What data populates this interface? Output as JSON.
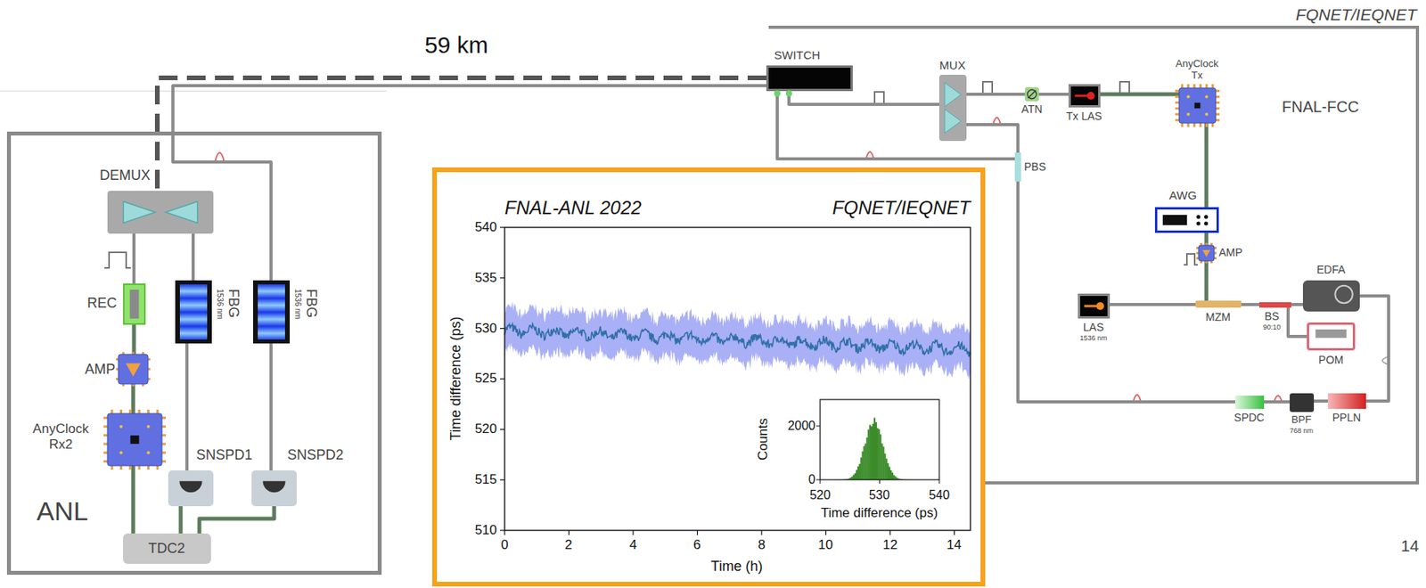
{
  "diagram": {
    "nodes": [
      {
        "text": [
          "ANL"
        ]
      },
      {
        "text": [
          "DEMUX"
        ],
        "in": 0
      },
      {
        "text": [
          "REC"
        ],
        "in": 0
      },
      {
        "text": [
          "FBG",
          "1536 nm"
        ],
        "in": 0
      },
      {
        "text": [
          "FBG",
          "1536 nm"
        ],
        "in": 0
      },
      {
        "text": [
          "AMP"
        ],
        "in": 0
      },
      {
        "text": [
          "AnyClock Rx2"
        ],
        "in": 0
      },
      {
        "text": [
          "SNSPD1"
        ],
        "in": 0
      },
      {
        "text": [
          "SNSPD2"
        ],
        "in": 0
      },
      {
        "text": [
          "TDC2"
        ],
        "in": 0
      },
      {
        "text": [
          "FQNET/IEQNET"
        ]
      },
      {
        "text": [
          "SWITCH"
        ],
        "in": 10
      },
      {
        "text": [
          "MUX"
        ],
        "in": 10
      },
      {
        "text": [
          "ATN"
        ],
        "in": 10
      },
      {
        "text": [
          "Tx LAS"
        ],
        "in": 10
      },
      {
        "text": [
          "AnyClock Tx"
        ],
        "in": 10
      },
      {
        "text": [
          "PBS"
        ],
        "in": 10
      },
      {
        "text": [
          "AWG"
        ],
        "in": 10
      },
      {
        "text": [
          "AMP"
        ],
        "in": 10
      },
      {
        "text": [
          "LAS",
          "1536 nm"
        ],
        "in": 10
      },
      {
        "text": [
          "MZM"
        ],
        "in": 10
      },
      {
        "text": [
          "BS",
          "90:10"
        ],
        "in": 10
      },
      {
        "text": [
          "EDFA"
        ],
        "in": 10
      },
      {
        "text": [
          "POM"
        ],
        "in": 10
      },
      {
        "text": [
          "PPLN"
        ],
        "in": 10
      },
      {
        "text": [
          "BPF",
          "768 nm"
        ],
        "in": 10
      },
      {
        "text": [
          "SPDC"
        ],
        "in": 10
      },
      {
        "text": [
          "FNAL-ANL 2022",
          "FQNET/IEQNET"
        ]
      }
    ],
    "edges": [
      {
        "from": 11,
        "to": 1,
        "arrow": "none",
        "label": "59 km"
      },
      {
        "from": 11,
        "to": 4,
        "arrow": "none"
      },
      {
        "from": 1,
        "to": 2,
        "arrow": "none"
      },
      {
        "from": 1,
        "to": 3,
        "arrow": "none"
      },
      {
        "from": 2,
        "to": 5,
        "arrow": "none"
      },
      {
        "from": 5,
        "to": 6,
        "arrow": "none"
      },
      {
        "from": 6,
        "to": 9,
        "arrow": "none"
      },
      {
        "from": 3,
        "to": 7,
        "arrow": "none"
      },
      {
        "from": 4,
        "to": 8,
        "arrow": "none"
      },
      {
        "from": 7,
        "to": 9,
        "arrow": "none"
      },
      {
        "from": 8,
        "to": 9,
        "arrow": "none"
      },
      {
        "from": 11,
        "to": 12,
        "arrow": "none"
      },
      {
        "from": 12,
        "to": 13,
        "arrow": "none"
      },
      {
        "from": 13,
        "to": 14,
        "arrow": "none"
      },
      {
        "from": 14,
        "to": 15,
        "arrow": "none"
      },
      {
        "from": 15,
        "to": 17,
        "arrow": "none"
      },
      {
        "from": 17,
        "to": 18,
        "arrow": "none"
      },
      {
        "from": 18,
        "to": 20,
        "arrow": "none"
      },
      {
        "from": 19,
        "to": 20,
        "arrow": "none"
      },
      {
        "from": 20,
        "to": 21,
        "arrow": "none"
      },
      {
        "from": 21,
        "to": 22,
        "arrow": "none"
      },
      {
        "from": 21,
        "to": 23,
        "arrow": "none"
      },
      {
        "from": 22,
        "to": 24,
        "arrow": "none"
      },
      {
        "from": 24,
        "to": 25,
        "arrow": "none"
      },
      {
        "from": 25,
        "to": 26,
        "arrow": "none"
      },
      {
        "from": 26,
        "to": 16,
        "arrow": "none"
      },
      {
        "from": 16,
        "to": 12,
        "arrow": "none"
      },
      {
        "from": 16,
        "to": 11,
        "arrow": "none"
      }
    ],
    "labels": [
      "FNAL-FCC",
      "540",
      "535",
      "530",
      "525",
      "520",
      "515",
      "510",
      "0",
      "2",
      "4",
      "6",
      "8",
      "10",
      "12",
      "14",
      "Time difference (ps)",
      "Time (h)",
      "2000",
      "0",
      "520",
      "530",
      "540",
      "Counts",
      "Time difference (ps)",
      "14"
    ]
  }
}
